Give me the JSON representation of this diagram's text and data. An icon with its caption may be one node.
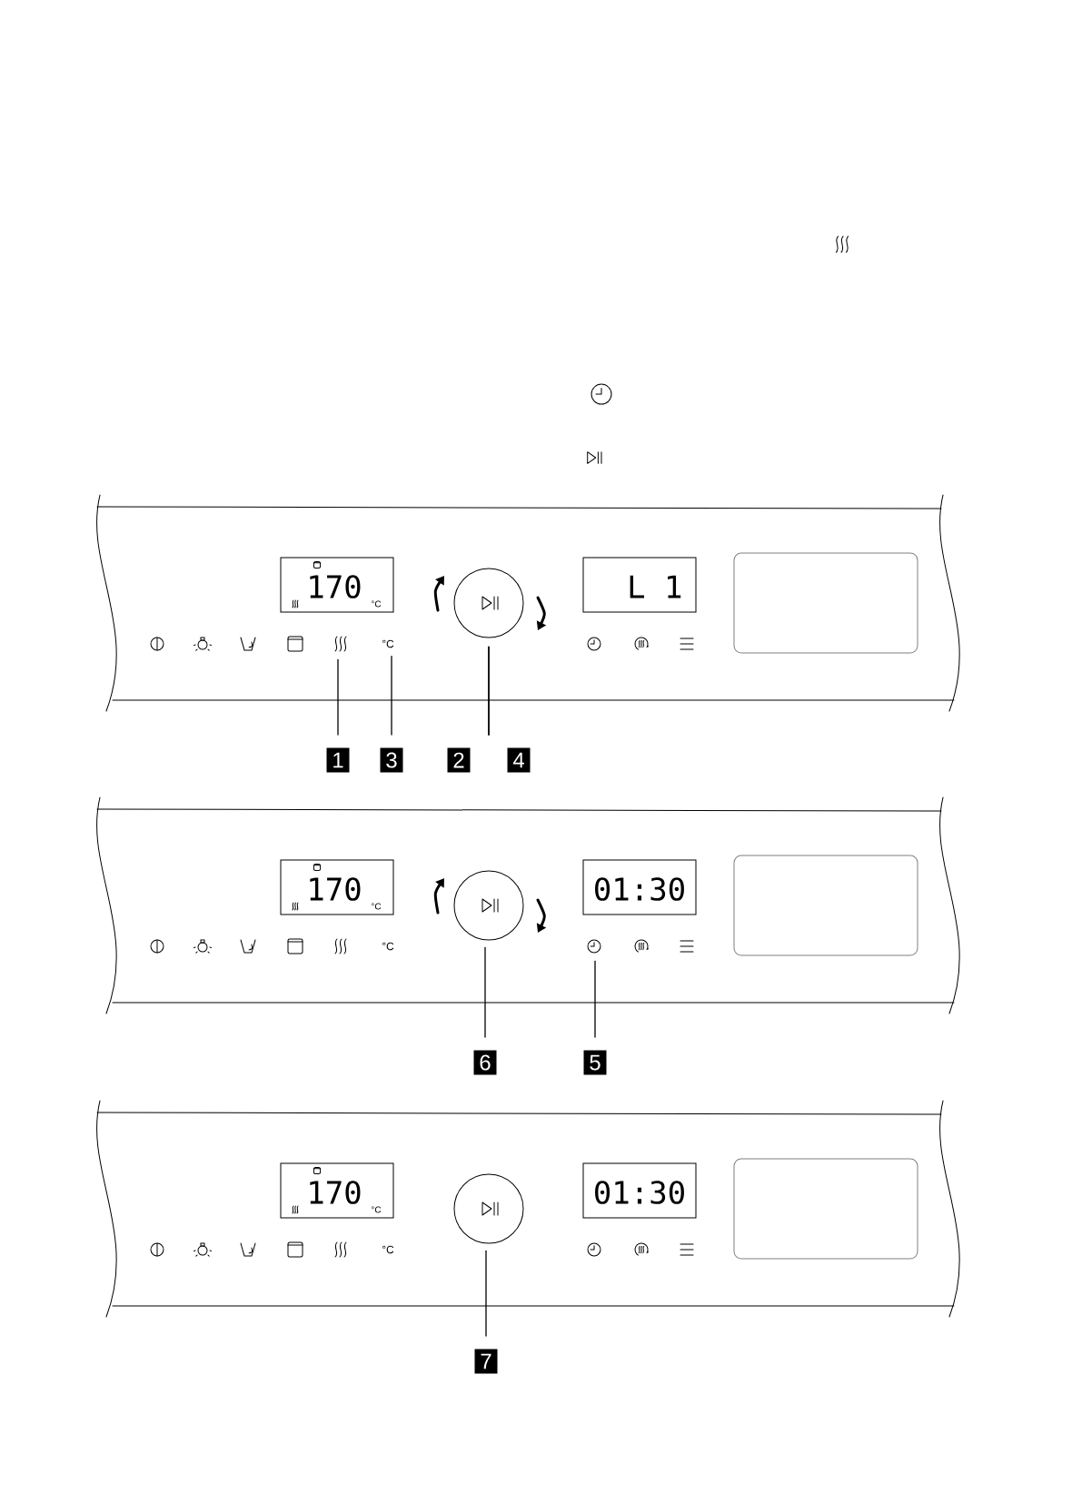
{
  "diagram": {
    "nodes": [
      {
        "text": [],
        "shape": "waves"
      },
      {
        "text": [
          "°C"
        ]
      },
      {
        "text": [],
        "shape": "circle"
      },
      {
        "text": [
          "1"
        ]
      },
      {
        "text": [
          "3"
        ]
      },
      {
        "text": [
          "2"
        ]
      },
      {
        "text": [
          "4"
        ]
      },
      {
        "text": [],
        "shape": "circle"
      },
      {
        "text": [],
        "shape": "clock"
      },
      {
        "text": [
          "6"
        ]
      },
      {
        "text": [
          "5"
        ]
      },
      {
        "text": [],
        "shape": "circle"
      },
      {
        "text": [
          "7"
        ]
      }
    ],
    "edges": [
      {
        "from": 3,
        "to": 0,
        "arrow": "none"
      },
      {
        "from": 4,
        "to": 1,
        "arrow": "none"
      },
      {
        "from": 5,
        "to": 2,
        "arrow": "none"
      },
      {
        "from": 6,
        "to": 2,
        "arrow": "none"
      },
      {
        "from": 9,
        "to": 7,
        "arrow": "none"
      },
      {
        "from": 10,
        "to": 8,
        "arrow": "none"
      },
      {
        "from": 12,
        "to": 11,
        "arrow": "none"
      }
    ],
    "labels": [
      "170",
      "°C",
      "L 1",
      "170",
      "°C",
      "01:30",
      "°C",
      "170",
      "°C",
      "01:30",
      "°C"
    ]
  }
}
